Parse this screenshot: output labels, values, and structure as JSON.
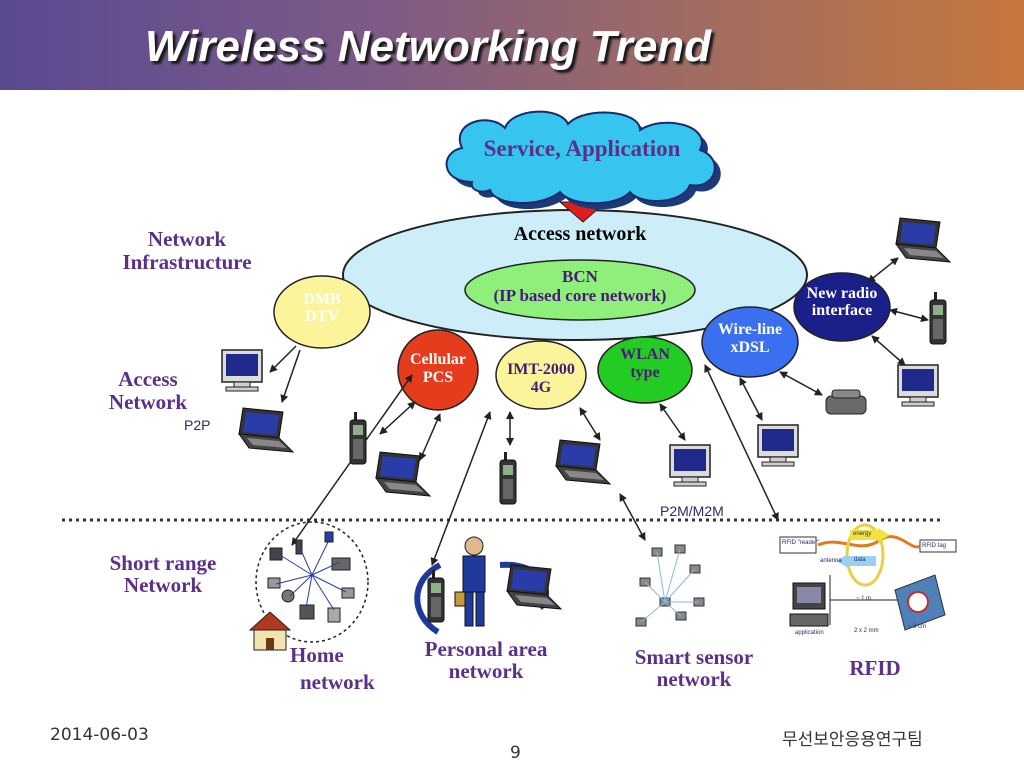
{
  "title": "Wireless Networking Trend",
  "cloud": {
    "label": "Service, Application"
  },
  "core": {
    "access_label": "Access network",
    "bcn_line1": "BCN",
    "bcn_line2": "(IP based core network)"
  },
  "nodes": {
    "dmb": {
      "line1": "DMB",
      "line2": "DTV",
      "color": "#fbf49a"
    },
    "cellular": {
      "line1": "Cellular",
      "line2": "PCS",
      "color": "#e43c1c"
    },
    "imt": {
      "line1": "IMT-2000",
      "line2": "4G",
      "color": "#fbf49a"
    },
    "wlan": {
      "line1": "WLAN",
      "line2": "type",
      "color": "#22cc22"
    },
    "wireline": {
      "line1": "Wire-line",
      "line2": "xDSL",
      "color": "#3a6ff0"
    },
    "newradio": {
      "line1": "New radio",
      "line2": "interface",
      "color": "#1a1f8a"
    }
  },
  "side_labels": {
    "network_infra_1": "Network",
    "network_infra_2": "Infrastructure",
    "access_network_1": "Access",
    "access_network_2": "Network",
    "short_range_1": "Short range",
    "short_range_2": "Network"
  },
  "annotations": {
    "p2p": "P2P",
    "p2m": "P2M/M2M"
  },
  "bottom_labels": {
    "home_1": "Home",
    "home_2": "network",
    "pan_1": "Personal area",
    "pan_2": "network",
    "sensor_1": "Smart sensor",
    "sensor_2": "network",
    "rfid": "RFID"
  },
  "rfid_detail": {
    "reader": "RFID \"reader\"",
    "tag": "RFID tag",
    "antenna": "antenna",
    "energy": "energy",
    "data": "data",
    "application": "application",
    "dist1": "~ 1 m",
    "dist2": "2 x 2 mm",
    "dist3": "~ 3 cm"
  },
  "footer": {
    "date": "2014-06-03",
    "team": "무선보안응용연구팀",
    "page": "9"
  },
  "colors": {
    "accent_purple": "#5c2f8a",
    "cloud": "#35c5ee",
    "access_ellipse": "#cdeef8",
    "bcn": "#8ef07a"
  },
  "icons": [
    "monitor-icon",
    "laptop-icon",
    "cellphone-icon",
    "telephone-icon",
    "house-icon",
    "person-icon",
    "sensor-icon",
    "rfid-chip-icon"
  ]
}
